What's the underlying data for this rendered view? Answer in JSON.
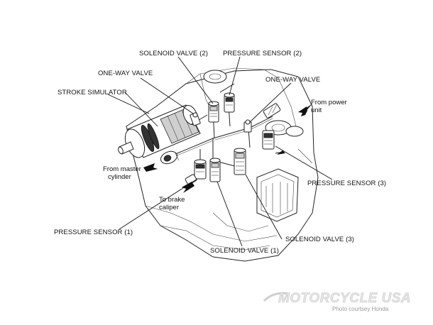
{
  "labels": {
    "solenoid_valve_2": "SOLENOID VALVE (2)",
    "pressure_sensor_2": "PRESSURE SENSOR (2)",
    "one_way_valve_left": "ONE-WAY VALVE",
    "one_way_valve_right": "ONE-WAY VALVE",
    "stroke_simulator": "STROKE SIMULATOR",
    "from_power_unit_1": "From power",
    "from_power_unit_2": "unit",
    "from_master_cylinder_1": "From master",
    "from_master_cylinder_2": "cylinder",
    "to_brake_caliper_1": "To brake",
    "to_brake_caliper_2": "caliper",
    "pressure_sensor_3": "PRESSURE SENSOR (3)",
    "pressure_sensor_1": "PRESSURE SENSOR (1)",
    "solenoid_valve_3": "SOLENOID VALVE (3)",
    "solenoid_valve_1": "SOLENOID VALVE (1)"
  },
  "watermark": {
    "brand": "MOTORCYCLE USA",
    "credit": "Photo courtsey Honda"
  }
}
